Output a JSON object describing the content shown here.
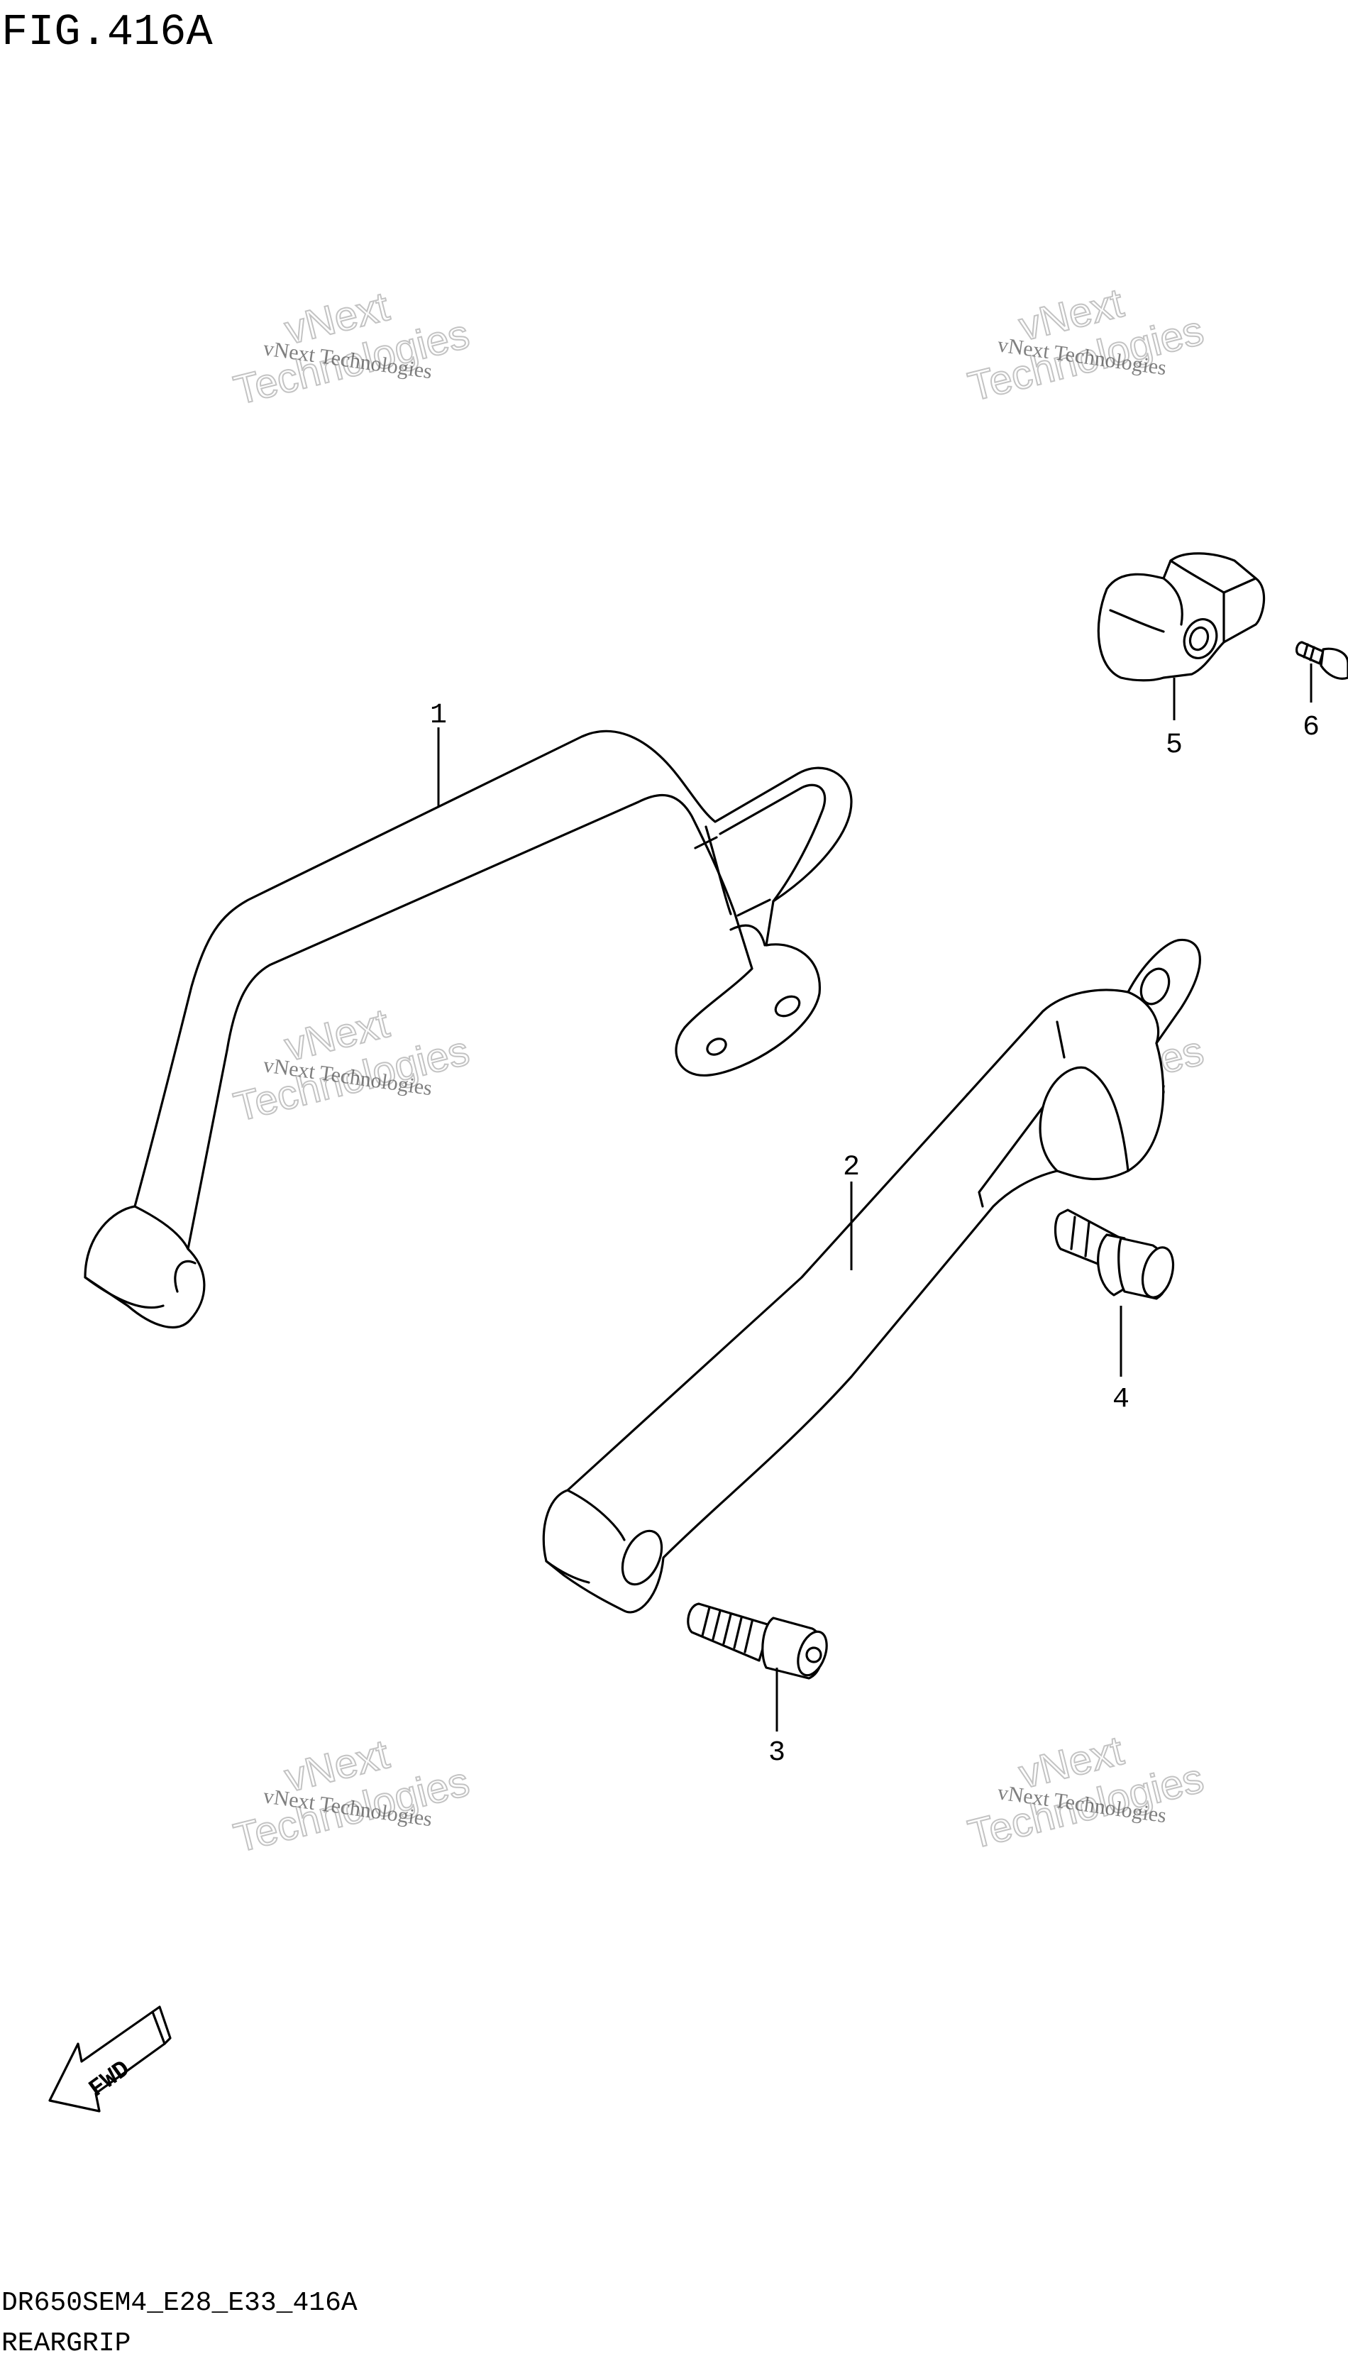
{
  "figure": {
    "title": "FIG.416A",
    "code": "DR650SEM4_E28_E33_416A",
    "name": "REARGRIP"
  },
  "watermark": {
    "line1": "vNext Technologies",
    "line2": "vNext",
    "line3": "Technologies"
  },
  "fwd_arrow": {
    "label": "FWD"
  },
  "callouts": [
    {
      "number": "1",
      "part": "grip-rear-left"
    },
    {
      "number": "2",
      "part": "grip-rear-right"
    },
    {
      "number": "3",
      "part": "bolt-socket"
    },
    {
      "number": "4",
      "part": "bolt-flange"
    },
    {
      "number": "5",
      "part": "cushion"
    },
    {
      "number": "6",
      "part": "screw"
    }
  ]
}
